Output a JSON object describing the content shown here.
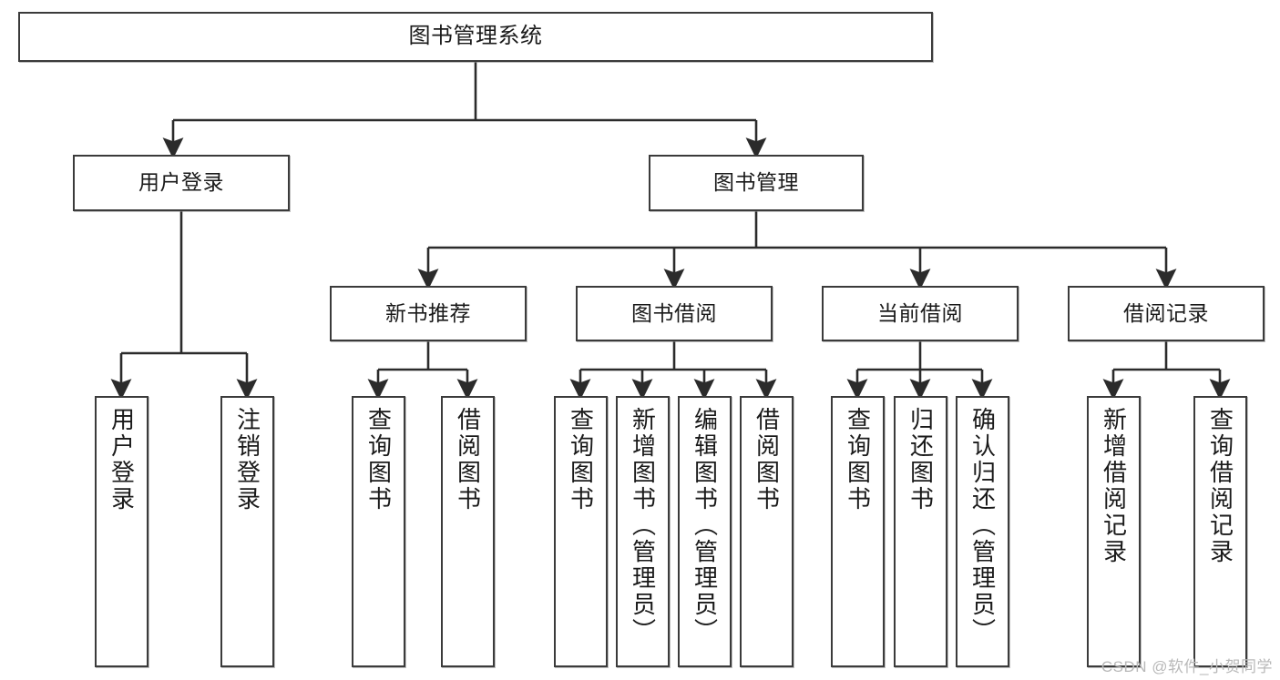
{
  "diagram": {
    "title": "图书管理系统",
    "watermark": "CSDN @软件_小贺同学",
    "colors": {
      "box_border": "#3b3b3b",
      "box_fill": "#ffffff",
      "edge": "#2b2b2b",
      "text": "#1a1a1a",
      "watermark": "#b9b9b9"
    },
    "nodes": {
      "root": {
        "label": "图书管理系统"
      },
      "level2": [
        {
          "label": "用户登录"
        },
        {
          "label": "图书管理"
        }
      ],
      "level3": [
        {
          "label": "新书推荐"
        },
        {
          "label": "图书借阅"
        },
        {
          "label": "当前借阅"
        },
        {
          "label": "借阅记录"
        }
      ],
      "leaves": {
        "user_login": [
          {
            "label": "用户登录"
          },
          {
            "label": "注销登录"
          }
        ],
        "new_book_recommend": [
          {
            "label": "查询图书"
          },
          {
            "label": "借阅图书"
          }
        ],
        "book_borrow": [
          {
            "label": "查询图书"
          },
          {
            "label": "新增图书（管理员）"
          },
          {
            "label": "编辑图书（管理员）"
          },
          {
            "label": "借阅图书"
          }
        ],
        "current_borrow": [
          {
            "label": "查询图书"
          },
          {
            "label": "归还图书"
          },
          {
            "label": "确认归还（管理员）"
          }
        ],
        "borrow_record": [
          {
            "label": "新增借阅记录"
          },
          {
            "label": "查询借阅记录"
          }
        ]
      }
    }
  }
}
